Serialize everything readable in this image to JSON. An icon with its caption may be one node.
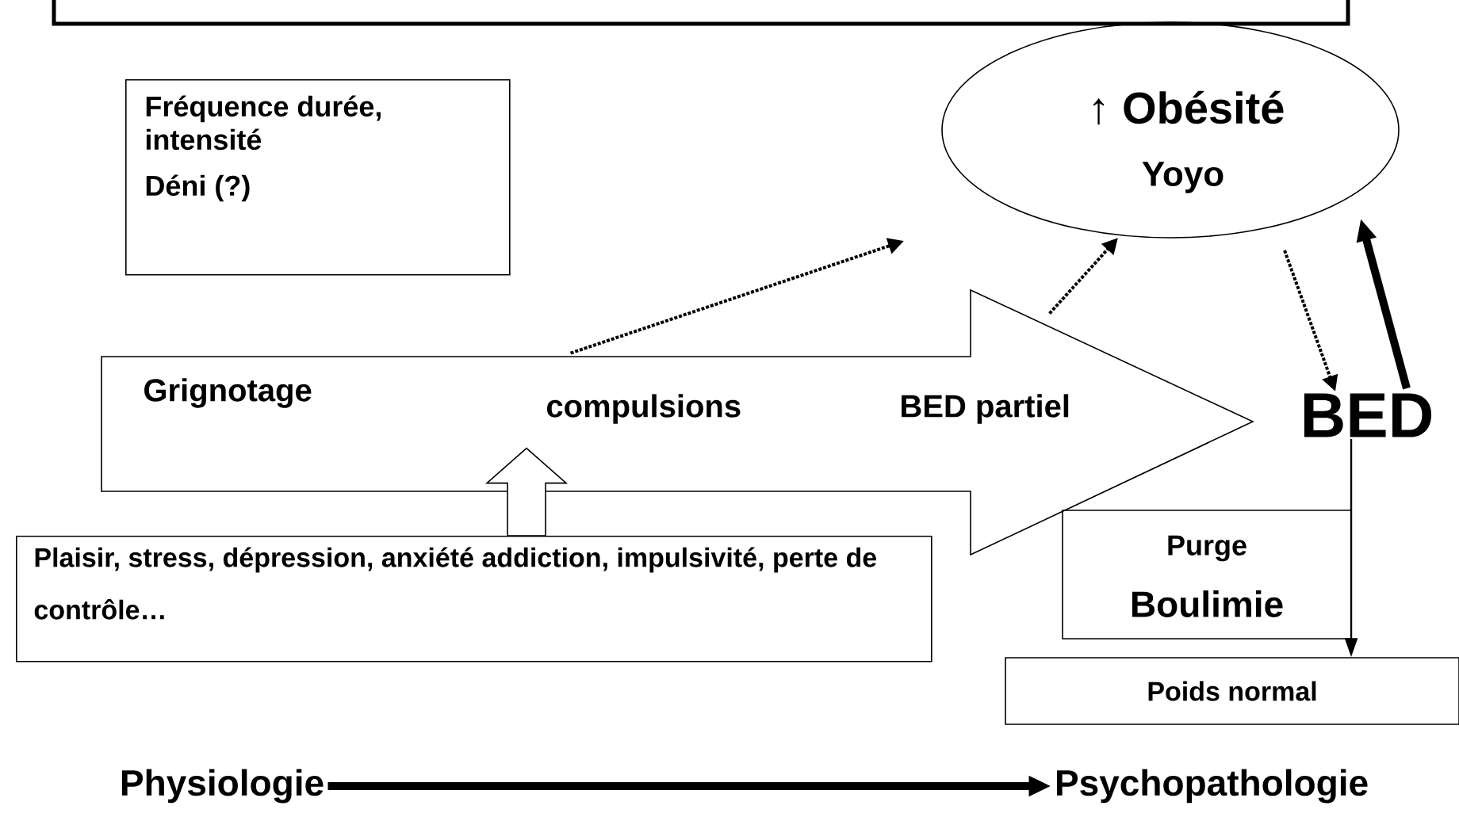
{
  "diagram": {
    "nodes": [
      {
        "text": [],
        "shape": "box"
      },
      {
        "text": [
          "Fréquence durée, intensité",
          "Déni (?)"
        ]
      },
      {
        "text": [
          "↑ Obésité",
          "Yoyo"
        ]
      },
      {
        "text": [
          "Grignotage",
          "compulsions",
          "BED partiel"
        ]
      },
      {
        "text": [
          "BED"
        ]
      },
      {
        "text": [
          "Purge",
          "Boulimie"
        ]
      },
      {
        "text": [
          "Poids normal"
        ]
      },
      {
        "text": [
          "Plaisir, stress, dépression, anxiété addiction, impulsivité, perte de contrôle…"
        ]
      },
      {
        "text": [
          "Physiologie"
        ]
      },
      {
        "text": [
          "Psychopathologie"
        ]
      }
    ],
    "edges": [
      {
        "from": 3,
        "to": null,
        "arrow": "to",
        "style": "dashed"
      },
      {
        "from": 3,
        "to": 2,
        "arrow": "to",
        "style": "dashed"
      },
      {
        "from": 2,
        "to": 4,
        "arrow": "to",
        "style": "dashed"
      },
      {
        "from": 4,
        "to": 2,
        "arrow": "to",
        "style": "thick"
      },
      {
        "from": 4,
        "to": 6,
        "arrow": "to"
      },
      {
        "from": 8,
        "to": 9,
        "arrow": "to",
        "style": "thick"
      },
      {
        "from": 7,
        "to": 3,
        "arrow": "to"
      }
    ]
  }
}
